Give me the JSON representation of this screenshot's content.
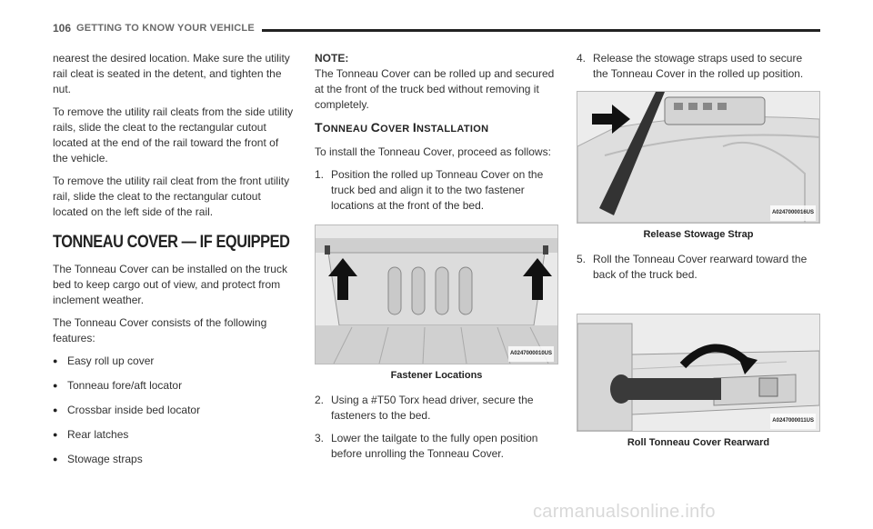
{
  "header": {
    "page_number": "106",
    "section_title": "GETTING TO KNOW YOUR VEHICLE"
  },
  "col1": {
    "p1": "nearest the desired location. Make sure the utility rail cleat is seated in the detent, and tighten the nut.",
    "p2": "To remove the utility rail cleats from the side utility rails, slide the cleat to the rectangular cutout located at the end of the rail toward the front of the vehicle.",
    "p3": "To remove the utility rail cleat from the front utility rail, slide the cleat to the rectangular cutout located on the left side of the rail.",
    "heading": "TONNEAU COVER — IF EQUIPPED",
    "p4": "The Tonneau Cover can be installed on the truck bed to keep cargo out of view, and protect from inclement weather.",
    "p5": "The Tonneau Cover consists of the following features:",
    "features": [
      "Easy roll up cover",
      "Tonneau fore/aft locator",
      "Crossbar inside bed locator",
      "Rear latches",
      "Stowage straps"
    ]
  },
  "col2": {
    "note_label": "NOTE:",
    "note_text": "The Tonneau Cover can be rolled up and secured at the front of the truck bed without removing it completely.",
    "subheading_first_t": "T",
    "subheading_rest1": "ONNEAU ",
    "subheading_first_c": "C",
    "subheading_rest2": "OVER ",
    "subheading_first_i": "I",
    "subheading_rest3": "NSTALLATION",
    "intro": "To install the Tonneau Cover, proceed as follows:",
    "step1_num": "1.",
    "step1": "Position the rolled up Tonneau Cover on the truck bed and align it to the two fastener locations at the front of the bed.",
    "fig1_code": "A0247000010US",
    "fig1_caption": "Fastener Locations",
    "step2_num": "2.",
    "step2": "Using a #T50 Torx head driver, secure the fasteners to the bed.",
    "step3_num": "3.",
    "step3": "Lower the tailgate to the fully open position before unrolling the Tonneau Cover."
  },
  "col3": {
    "step4_num": "4.",
    "step4": "Release the stowage straps used to secure the Tonneau Cover in the rolled up position.",
    "fig2_code": "A0247000016US",
    "fig2_caption": "Release Stowage Strap",
    "step5_num": "5.",
    "step5": "Roll the Tonneau Cover rearward toward the back of the truck bed.",
    "fig3_code": "A0247000011US",
    "fig3_caption": "Roll Tonneau Cover Rearward"
  },
  "watermark": "carmanualsonline.info"
}
